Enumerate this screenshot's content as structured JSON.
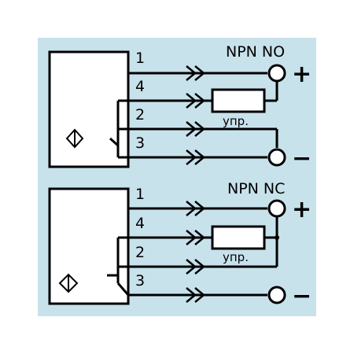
{
  "colors": {
    "background": "#c8e2ec",
    "line": "#000000",
    "panel": "#ffffff"
  },
  "top": {
    "title": "NPN NO",
    "pins": [
      "1",
      "4",
      "2",
      "3"
    ],
    "load_label": "упр.",
    "plus": "+",
    "minus": "−"
  },
  "bottom": {
    "title": "NPN NC",
    "pins": [
      "1",
      "4",
      "2",
      "3"
    ],
    "load_label": "упр.",
    "plus": "+",
    "minus": "−"
  },
  "icons": [
    "sensor-symbol-icon",
    "connector-arrow-icon",
    "terminal-circle-icon",
    "switch-contact-icon",
    "resistor-icon"
  ]
}
